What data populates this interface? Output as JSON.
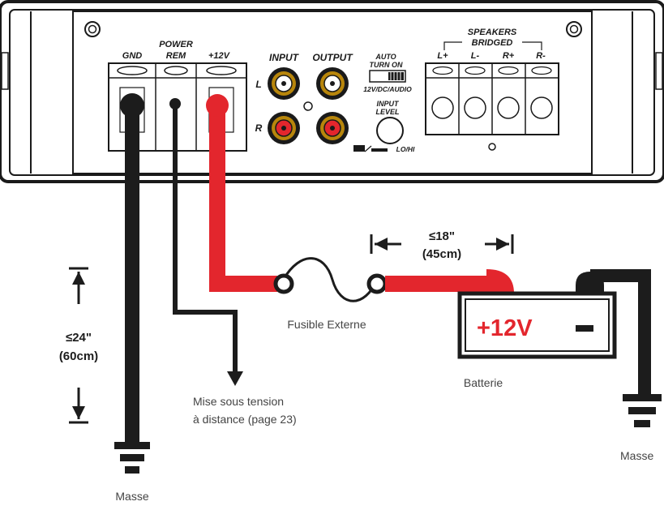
{
  "amp": {
    "labels": {
      "gnd": "GND",
      "power": "POWER",
      "rem": "REM",
      "plus12v": "+12V",
      "input": "INPUT",
      "output": "OUTPUT",
      "ch_l": "L",
      "ch_r": "R",
      "auto": "AUTO",
      "turn_on": "TURN ON",
      "auto_modes": "12V/DC/AUDIO",
      "input_level_1": "INPUT",
      "input_level_2": "LEVEL",
      "lohi": "LO/HI",
      "speakers": "SPEAKERS",
      "bridged": "BRIDGED",
      "l_plus": "L+",
      "l_minus": "L-",
      "r_plus": "R+",
      "r_minus": "R-"
    }
  },
  "diagram": {
    "dist_battery": "≤18\"",
    "dist_battery_cm": "(45cm)",
    "dist_ground": "≤24\"",
    "dist_ground_cm": "(60cm)",
    "fuse_label": "Fusible Externe",
    "battery_label": "Batterie",
    "battery_plus": "+12V",
    "remote_label_1": "Mise sous tension",
    "remote_label_2": "à distance (page 23)",
    "ground_label_left": "Masse",
    "ground_label_right": "Masse"
  },
  "colors": {
    "wire_power": "#e3262d",
    "wire_ground": "#1c1c1c",
    "rca_gold": "#b8860b",
    "battery_red": "#e3262d"
  }
}
